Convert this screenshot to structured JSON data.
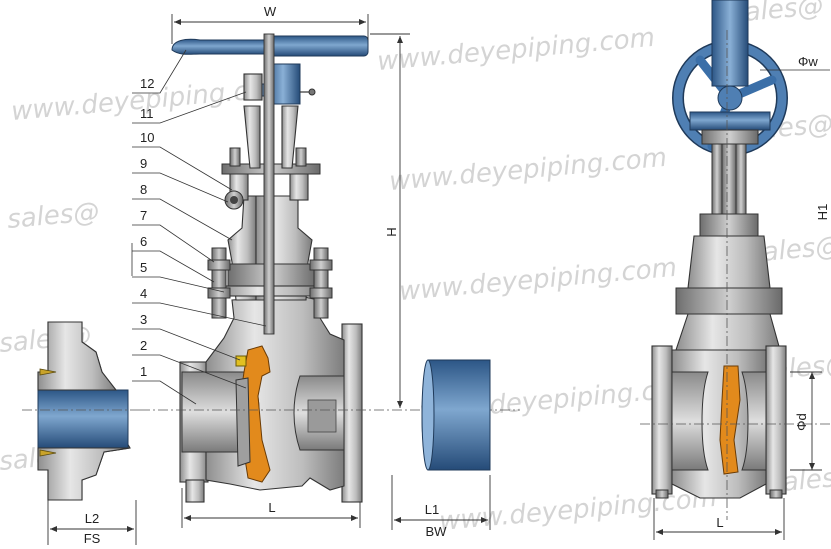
{
  "dimensions": {
    "W": "W",
    "H": "H",
    "L": "L",
    "L_side": "L",
    "L1": "L1",
    "BW": "BW",
    "L2": "L2",
    "FS": "FS",
    "phiW": "Φw",
    "phid": "Φd",
    "H1": "H1"
  },
  "part_numbers": [
    "1",
    "2",
    "3",
    "4",
    "5",
    "6",
    "7",
    "8",
    "9",
    "10",
    "11",
    "12"
  ],
  "watermarks": {
    "site": "www.deyepiping.com",
    "mail": "sales@"
  },
  "colors": {
    "steel": "#c9c9c9",
    "blue": "#3b6fa8",
    "orange": "#e28a1c"
  }
}
